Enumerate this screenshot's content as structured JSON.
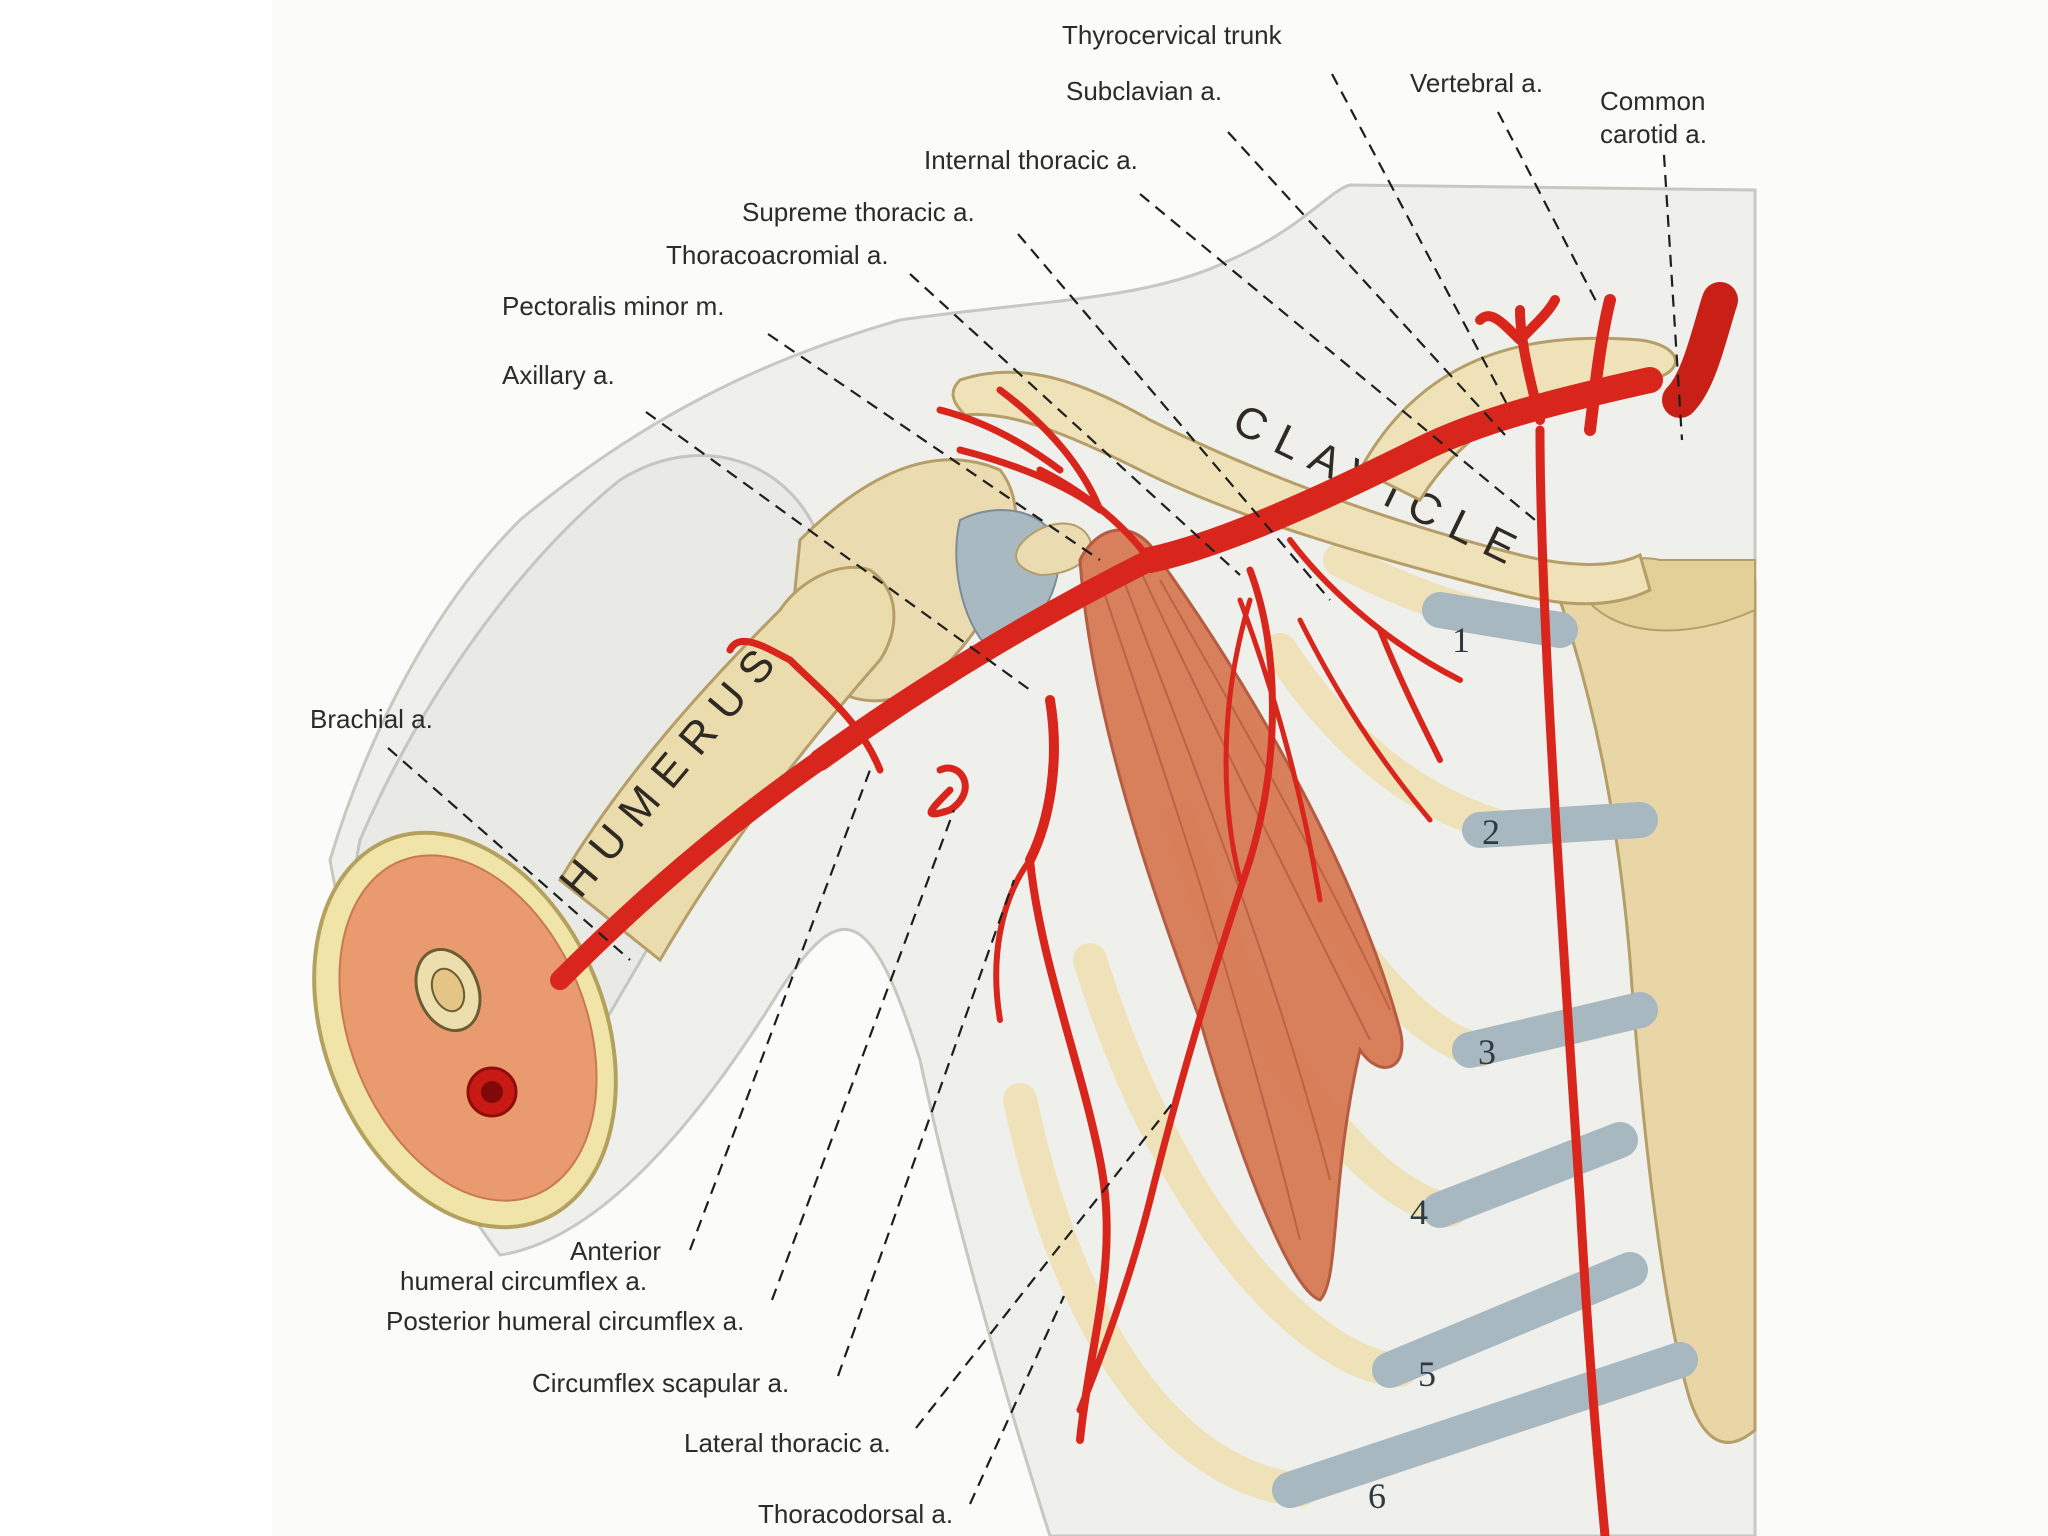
{
  "labels": {
    "thyrocervical_trunk": "Thyrocervical trunk",
    "subclavian": "Subclavian a.",
    "vertebral": "Vertebral a.",
    "common_carotid_1": "Common",
    "common_carotid_2": "carotid a.",
    "internal_thoracic": "Internal thoracic a.",
    "supreme_thoracic": "Supreme thoracic a.",
    "thoracoacromial": "Thoracoacromial a.",
    "pectoralis_minor": "Pectoralis minor m.",
    "axillary": "Axillary a.",
    "brachial": "Brachial a.",
    "anterior_humeral_1": "Anterior",
    "anterior_humeral_2": "humeral circumflex a.",
    "posterior_humeral": "Posterior humeral circumflex a.",
    "circumflex_scapular": "Circumflex scapular a.",
    "lateral_thoracic": "Lateral thoracic a.",
    "thoracodorsal": "Thoracodorsal a."
  },
  "bones": {
    "humerus": "HUMERUS",
    "clavicle": "CLAVICLE"
  },
  "ribs": [
    "1",
    "2",
    "3",
    "4",
    "5",
    "6"
  ],
  "colors": {
    "artery": "#d8261c",
    "bone": "#eee0b4",
    "cartilage": "#9fb1bb",
    "muscle": "#d77a55",
    "skin": "#efefec"
  }
}
